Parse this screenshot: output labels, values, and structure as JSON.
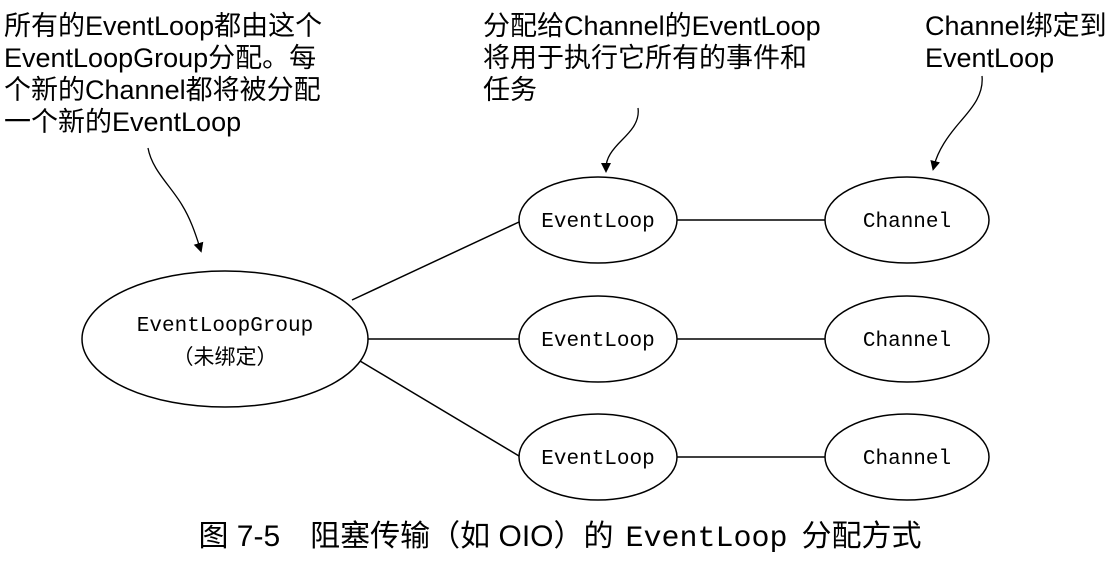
{
  "annotations": {
    "group_note": [
      "所有的EventLoop都由这个",
      "EventLoopGroup分配。每",
      "个新的Channel都将被分配",
      "一个新的EventLoop"
    ],
    "loop_note": [
      "分配给Channel的EventLoop",
      "将用于执行它所有的事件和",
      "任务"
    ],
    "channel_note": [
      "Channel绑定到",
      "EventLoop"
    ]
  },
  "nodes": {
    "group": {
      "label": "EventLoopGroup",
      "sublabel": "（未绑定）"
    },
    "event_loops": [
      "EventLoop",
      "EventLoop",
      "EventLoop"
    ],
    "channels": [
      "Channel",
      "Channel",
      "Channel"
    ]
  },
  "caption": {
    "prefix": "图 7-5　阻塞传输（如 OIO）的",
    "code": "EventLoop",
    "suffix": "分配方式"
  }
}
